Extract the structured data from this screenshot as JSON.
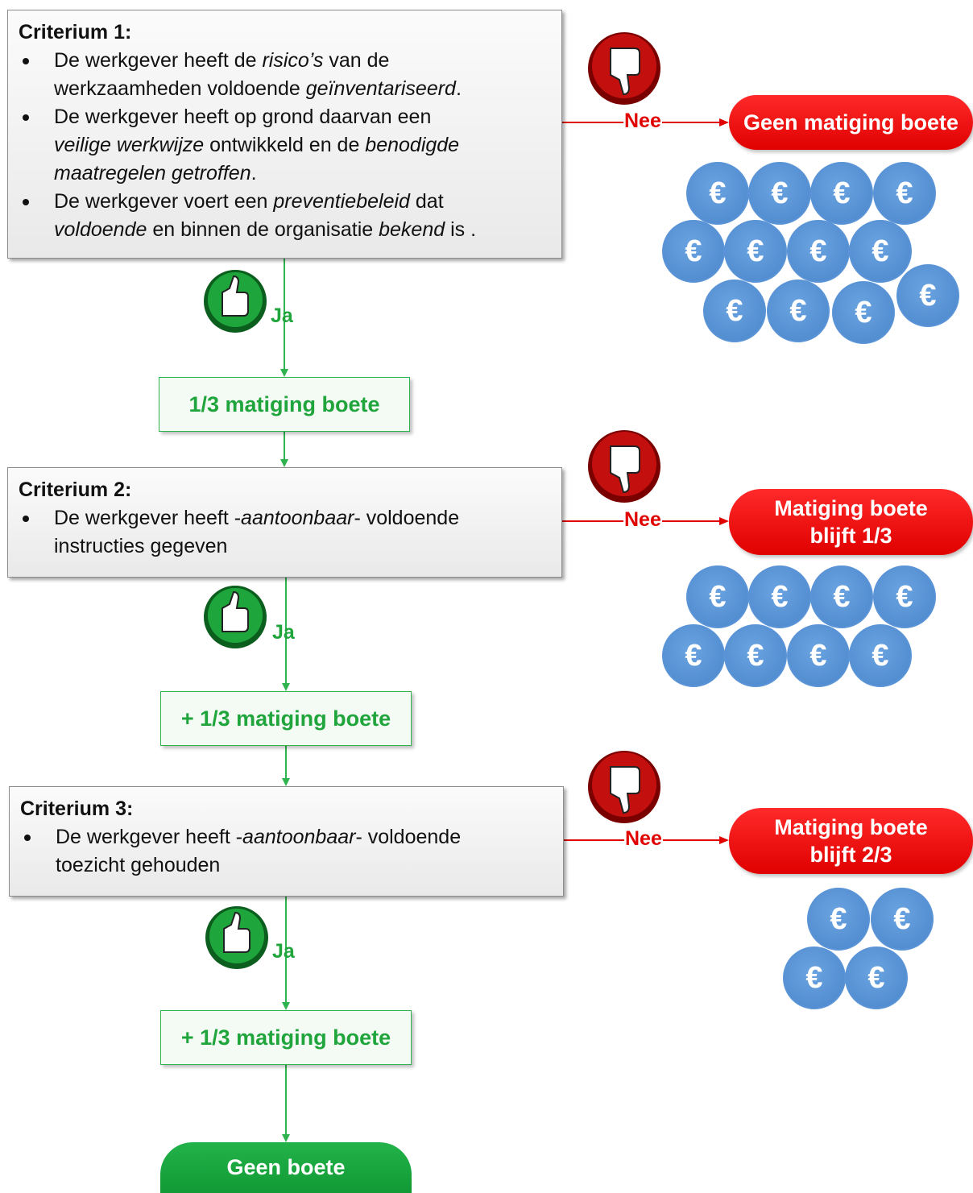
{
  "criteria": [
    {
      "title": "Criterium 1:",
      "bullets": [
        [
          "De werkgever heeft de ",
          {
            "i": "risico’s"
          },
          " van de\nwerkzaamheden voldoende ",
          {
            "i": "geïnventariseerd"
          },
          "."
        ],
        [
          "De werkgever heeft op grond daarvan een\n",
          {
            "i": "veilige werkwijze"
          },
          " ontwikkeld en de ",
          {
            "i": "benodigde\nmaatregelen getroffen"
          },
          "."
        ],
        [
          "De werkgever voert een ",
          {
            "i": "preventiebeleid"
          },
          " dat\n",
          {
            "i": "voldoende"
          },
          " en binnen de organisatie ",
          {
            "i": "bekend"
          },
          " is ."
        ]
      ]
    },
    {
      "title": "Criterium 2:",
      "bullets": [
        [
          "De werkgever heeft -",
          {
            "i": "aantoonbaar"
          },
          "- voldoende\ninstructies gegeven"
        ]
      ]
    },
    {
      "title": "Criterium 3:",
      "bullets": [
        [
          "De werkgever heeft -",
          {
            "i": "aantoonbaar"
          },
          "- voldoende\ntoezicht gehouden"
        ]
      ]
    }
  ],
  "yes_label": "Ja",
  "no_label": "Nee",
  "results": {
    "step1": "1/3 matiging boete",
    "step2": "+ 1/3 matiging boete",
    "step3": "+ 1/3 matiging boete",
    "final": "Geen boete"
  },
  "outcomes": {
    "no1": [
      "Geen matiging boete"
    ],
    "no2": [
      "Matiging boete",
      "blijft 1/3"
    ],
    "no3": [
      "Matiging boete",
      "blijft 2/3"
    ]
  },
  "coin_symbol": "€",
  "coin_counts": {
    "no1": 12,
    "no2": 8,
    "no3": 4
  },
  "icons": {
    "yes": "thumbs-up-icon",
    "no": "thumbs-down-icon"
  },
  "colors": {
    "green": "#1fa53c",
    "red": "#e00000",
    "coin": "#4a86cc"
  }
}
